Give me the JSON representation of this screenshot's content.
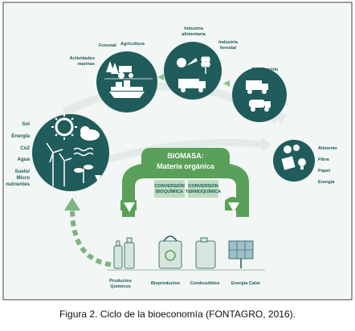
{
  "labels": {
    "inputs": [
      "Sol",
      "Energía",
      "Co2",
      "Agua",
      "Suelo/",
      "Micro",
      "nutrientes"
    ],
    "forestal": "Forestal",
    "agricultura": "Agricultura",
    "actividades_1": "Actividades",
    "actividades_2": "marinas",
    "ind_alimentaria_1": "Industria",
    "ind_alimentaria_2": "alimentaria",
    "ind_forestal_1": "Industria",
    "ind_forestal_2": "forestal",
    "distribucion": "Distribución",
    "outputs": [
      "Alimento",
      "Fibra",
      "Papel",
      "Energía"
    ],
    "biomasa_1": "BIOMASA:",
    "biomasa_2": "Materia orgánica",
    "conv_bio_1": "CONVERSIÓN",
    "conv_bio_2": "BIOQUÍMICA",
    "conv_termo_1": "CONVERSIÓN",
    "conv_termo_2": "TERMOQUÍMICA",
    "productos_1": "Productos",
    "productos_2": "Químicos",
    "bioproductos": "Bioproductos",
    "combustibles": "Combustibles",
    "energia_calor": "Energía  Calor"
  },
  "caption": "Figura 2. Ciclo de la bioeconomía (FONTAGRO, 2016).",
  "colors": {
    "dark_teal": "#1f5c5b",
    "green": "#5aa05a",
    "light_green": "#bcdcbf",
    "pale_bg": "#eef3f1",
    "frame_border": "#3a3a3a"
  }
}
